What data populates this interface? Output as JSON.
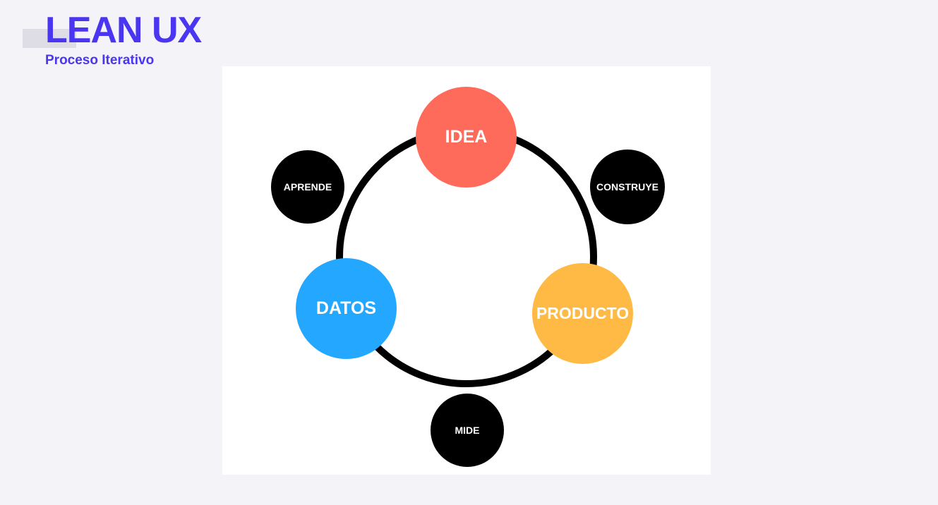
{
  "header": {
    "title": "LEAN UX",
    "subtitle": "Proceso Iterativo"
  },
  "colors": {
    "brand": "#4A36F0",
    "idea": "#FF6B5B",
    "producto": "#FFBA45",
    "datos": "#24A8FF",
    "step": "#000000",
    "ring": "#000000",
    "background": "#F4F3F7",
    "panel": "#FFFFFF"
  },
  "diagram": {
    "type": "cycle",
    "stages": [
      {
        "label": "IDEA",
        "color": "#FF6B5B"
      },
      {
        "label": "PRODUCTO",
        "color": "#FFBA45"
      },
      {
        "label": "DATOS",
        "color": "#24A8FF"
      }
    ],
    "steps": [
      {
        "label": "CONSTRUYE",
        "between": [
          "IDEA",
          "PRODUCTO"
        ]
      },
      {
        "label": "MIDE",
        "between": [
          "PRODUCTO",
          "DATOS"
        ]
      },
      {
        "label": "APRENDE",
        "between": [
          "DATOS",
          "IDEA"
        ]
      }
    ]
  }
}
